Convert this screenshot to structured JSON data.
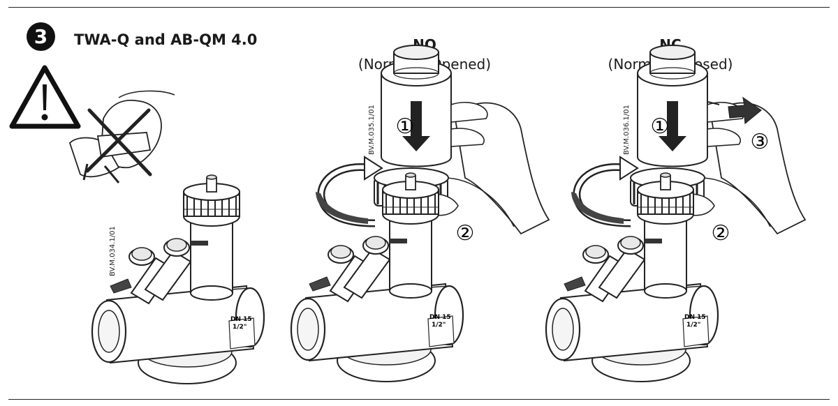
{
  "step": {
    "number": "3"
  },
  "heading": "TWA-Q and AB-QM 4.0",
  "columns": [
    {
      "title": "NO",
      "subtitle": "(Normally Opened)",
      "code": "BV.M.035.1/01"
    },
    {
      "title": "NC",
      "subtitle": "(Normally Closed)",
      "code": "BV.M.036.1/01"
    }
  ],
  "left_code": "BV.M.034.1/01",
  "valve_marking": {
    "line1": "DN 15",
    "line2": "1/2\""
  },
  "step_numbers": {
    "one": "①",
    "two": "②",
    "three": "③"
  },
  "icons": [
    "warning-icon",
    "no-hand-tool-icon",
    "rotate-arrow-icon",
    "push-down-arrow-icon",
    "pull-out-arrow-icon"
  ]
}
